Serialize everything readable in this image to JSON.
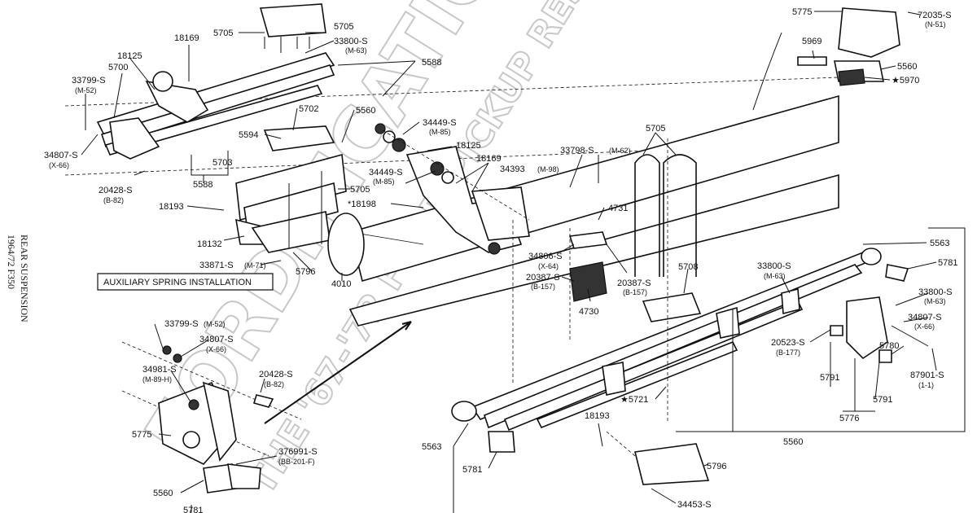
{
  "side_title": {
    "line1": "REAR SUSPENSION",
    "line2": "1964/72  F350"
  },
  "box_label": "AUXILIARY SPRING INSTALLATION",
  "watermark": {
    "main": "FORDIFICATION.COM",
    "sub": "THE '67-'72 FORD PICKUP RESOURCE"
  },
  "callouts": [
    {
      "id": "c1",
      "text": "5705"
    },
    {
      "id": "c2",
      "text": "5705"
    },
    {
      "id": "c3",
      "text": "18169"
    },
    {
      "id": "c4",
      "text": "33800-S"
    },
    {
      "id": "c5",
      "text": "18125"
    },
    {
      "id": "c6",
      "text": "5700"
    },
    {
      "id": "c7",
      "text": "5588"
    },
    {
      "id": "c8",
      "text": "33799-S"
    },
    {
      "id": "c9",
      "text": "5702"
    },
    {
      "id": "c10",
      "text": "5560"
    },
    {
      "id": "c11",
      "text": "5594"
    },
    {
      "id": "c12",
      "text": "34807-S"
    },
    {
      "id": "c13",
      "text": "5703"
    },
    {
      "id": "c14",
      "text": "5588"
    },
    {
      "id": "c15",
      "text": "20428-S"
    },
    {
      "id": "c16",
      "text": "5705"
    },
    {
      "id": "c17",
      "text": "18193"
    },
    {
      "id": "c18",
      "text": "18132"
    },
    {
      "id": "c19",
      "text": "33871-S"
    },
    {
      "id": "c20",
      "text": "5796"
    },
    {
      "id": "c21",
      "text": "4010"
    },
    {
      "id": "c22",
      "text": "34449-S"
    },
    {
      "id": "c23",
      "text": "18125"
    },
    {
      "id": "c24",
      "text": "18169"
    },
    {
      "id": "c25",
      "text": "34449-S"
    },
    {
      "id": "c26",
      "text": "34393"
    },
    {
      "id": "c27",
      "text": "*18198"
    },
    {
      "id": "c28",
      "text": "33798-S"
    },
    {
      "id": "c29",
      "text": "5705"
    },
    {
      "id": "c30",
      "text": "4731"
    },
    {
      "id": "c31",
      "text": "34806-S"
    },
    {
      "id": "c32",
      "text": "20387-S"
    },
    {
      "id": "c33",
      "text": "20387-S"
    },
    {
      "id": "c34",
      "text": "5708"
    },
    {
      "id": "c35",
      "text": "4730"
    },
    {
      "id": "c36",
      "text": "5775"
    },
    {
      "id": "c37",
      "text": "72035-S"
    },
    {
      "id": "c38",
      "text": "5969"
    },
    {
      "id": "c39",
      "text": "5560"
    },
    {
      "id": "c40",
      "text": "★5970"
    },
    {
      "id": "c41",
      "text": "5563"
    },
    {
      "id": "c42",
      "text": "5781"
    },
    {
      "id": "c43",
      "text": "33800-S"
    },
    {
      "id": "c44",
      "text": "33800-S"
    },
    {
      "id": "c45",
      "text": "34807-S"
    },
    {
      "id": "c46",
      "text": "20523-S"
    },
    {
      "id": "c47",
      "text": "5780"
    },
    {
      "id": "c48",
      "text": "87901-S"
    },
    {
      "id": "c49",
      "text": "5791"
    },
    {
      "id": "c50",
      "text": "5791"
    },
    {
      "id": "c51",
      "text": "5776"
    },
    {
      "id": "c52",
      "text": "★5721"
    },
    {
      "id": "c53",
      "text": "5560"
    },
    {
      "id": "c54",
      "text": "18193"
    },
    {
      "id": "c55",
      "text": "5563"
    },
    {
      "id": "c56",
      "text": "5781"
    },
    {
      "id": "c57",
      "text": "5796"
    },
    {
      "id": "c58",
      "text": "34453-S"
    },
    {
      "id": "c59",
      "text": "33799-S"
    },
    {
      "id": "c60",
      "text": "34807-S"
    },
    {
      "id": "c61",
      "text": "34981-S"
    },
    {
      "id": "c62",
      "text": "20428-S"
    },
    {
      "id": "c63",
      "text": "5775"
    },
    {
      "id": "c64",
      "text": "376991-S"
    },
    {
      "id": "c65",
      "text": "5560"
    },
    {
      "id": "c66",
      "text": "5781"
    }
  ],
  "subnotes": [
    {
      "id": "s1",
      "text": "(M-63)"
    },
    {
      "id": "s2",
      "text": "(M-52)"
    },
    {
      "id": "s3",
      "text": "(X-66)"
    },
    {
      "id": "s4",
      "text": "(B-82)"
    },
    {
      "id": "s5",
      "text": "(M-71)"
    },
    {
      "id": "s6",
      "text": "(M-85)"
    },
    {
      "id": "s7",
      "text": "(M-85)"
    },
    {
      "id": "s8",
      "text": "(M-98)"
    },
    {
      "id": "s9",
      "text": "(M-62)"
    },
    {
      "id": "s10",
      "text": "(X-64)"
    },
    {
      "id": "s11",
      "text": "(B-157)"
    },
    {
      "id": "s12",
      "text": "(B-157)"
    },
    {
      "id": "s13",
      "text": "(N-51)"
    },
    {
      "id": "s14",
      "text": "(M-63)"
    },
    {
      "id": "s15",
      "text": "(M-63)"
    },
    {
      "id": "s16",
      "text": "(X-66)"
    },
    {
      "id": "s17",
      "text": "(B-177)"
    },
    {
      "id": "s18",
      "text": "(1-1)"
    },
    {
      "id": "s19",
      "text": "(M-52)"
    },
    {
      "id": "s20",
      "text": "(X-66)"
    },
    {
      "id": "s21",
      "text": "(M-89-H)"
    },
    {
      "id": "s22",
      "text": "(B-82)"
    },
    {
      "id": "s23",
      "text": "(BB-201-F)"
    }
  ]
}
